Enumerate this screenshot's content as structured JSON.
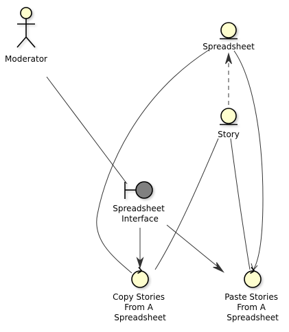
{
  "diagram": {
    "nodes": {
      "moderator": {
        "label": "Moderator"
      },
      "spreadsheet_entity": {
        "label": "Spreadsheet"
      },
      "story_entity": {
        "label": "Story"
      },
      "spreadsheet_interface": {
        "label_lines": [
          "Spreadsheet",
          "Interface"
        ]
      },
      "copy_stories": {
        "label_lines": [
          "Copy Stories",
          "From A",
          "Spreadsheet"
        ]
      },
      "paste_stories": {
        "label_lines": [
          "Paste Stories",
          "From A",
          "Spreadsheet"
        ]
      }
    }
  }
}
